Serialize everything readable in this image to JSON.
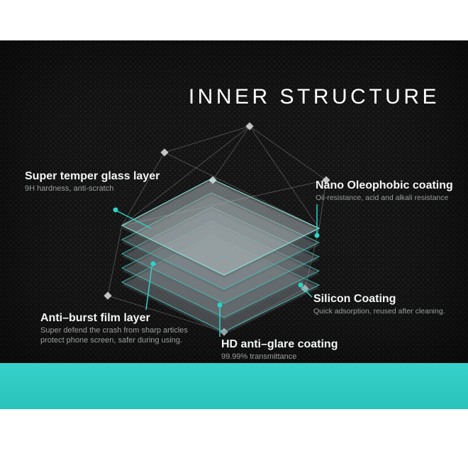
{
  "title": "INNER STRUCTURE",
  "callouts": {
    "temper": {
      "label": "Super temper glass layer",
      "desc": "9H hardness, anti-scratch"
    },
    "nano": {
      "label": "Nano Oleophobic coating",
      "desc": "Oil-resistance, acid and alkali resistance"
    },
    "antiburst": {
      "label": "Anti–burst film layer",
      "desc1": "Super defend the crash from sharp articles",
      "desc2": "protect phone screen, safer during using."
    },
    "silicon": {
      "label": "Silicon Coating",
      "desc": "Quick adsorption, reused after cleaning."
    },
    "hd": {
      "label": "HD anti–glare coating",
      "desc": "99.99% transmittance"
    }
  },
  "diagram": {
    "layer_count": 5
  },
  "colors": {
    "accent_teal": "#2ed3c8",
    "band_teal": "#2fc9c2",
    "panel_dark": "#141414",
    "heading_white": "#ffffff",
    "desc_gray": "#9a9f9f"
  }
}
